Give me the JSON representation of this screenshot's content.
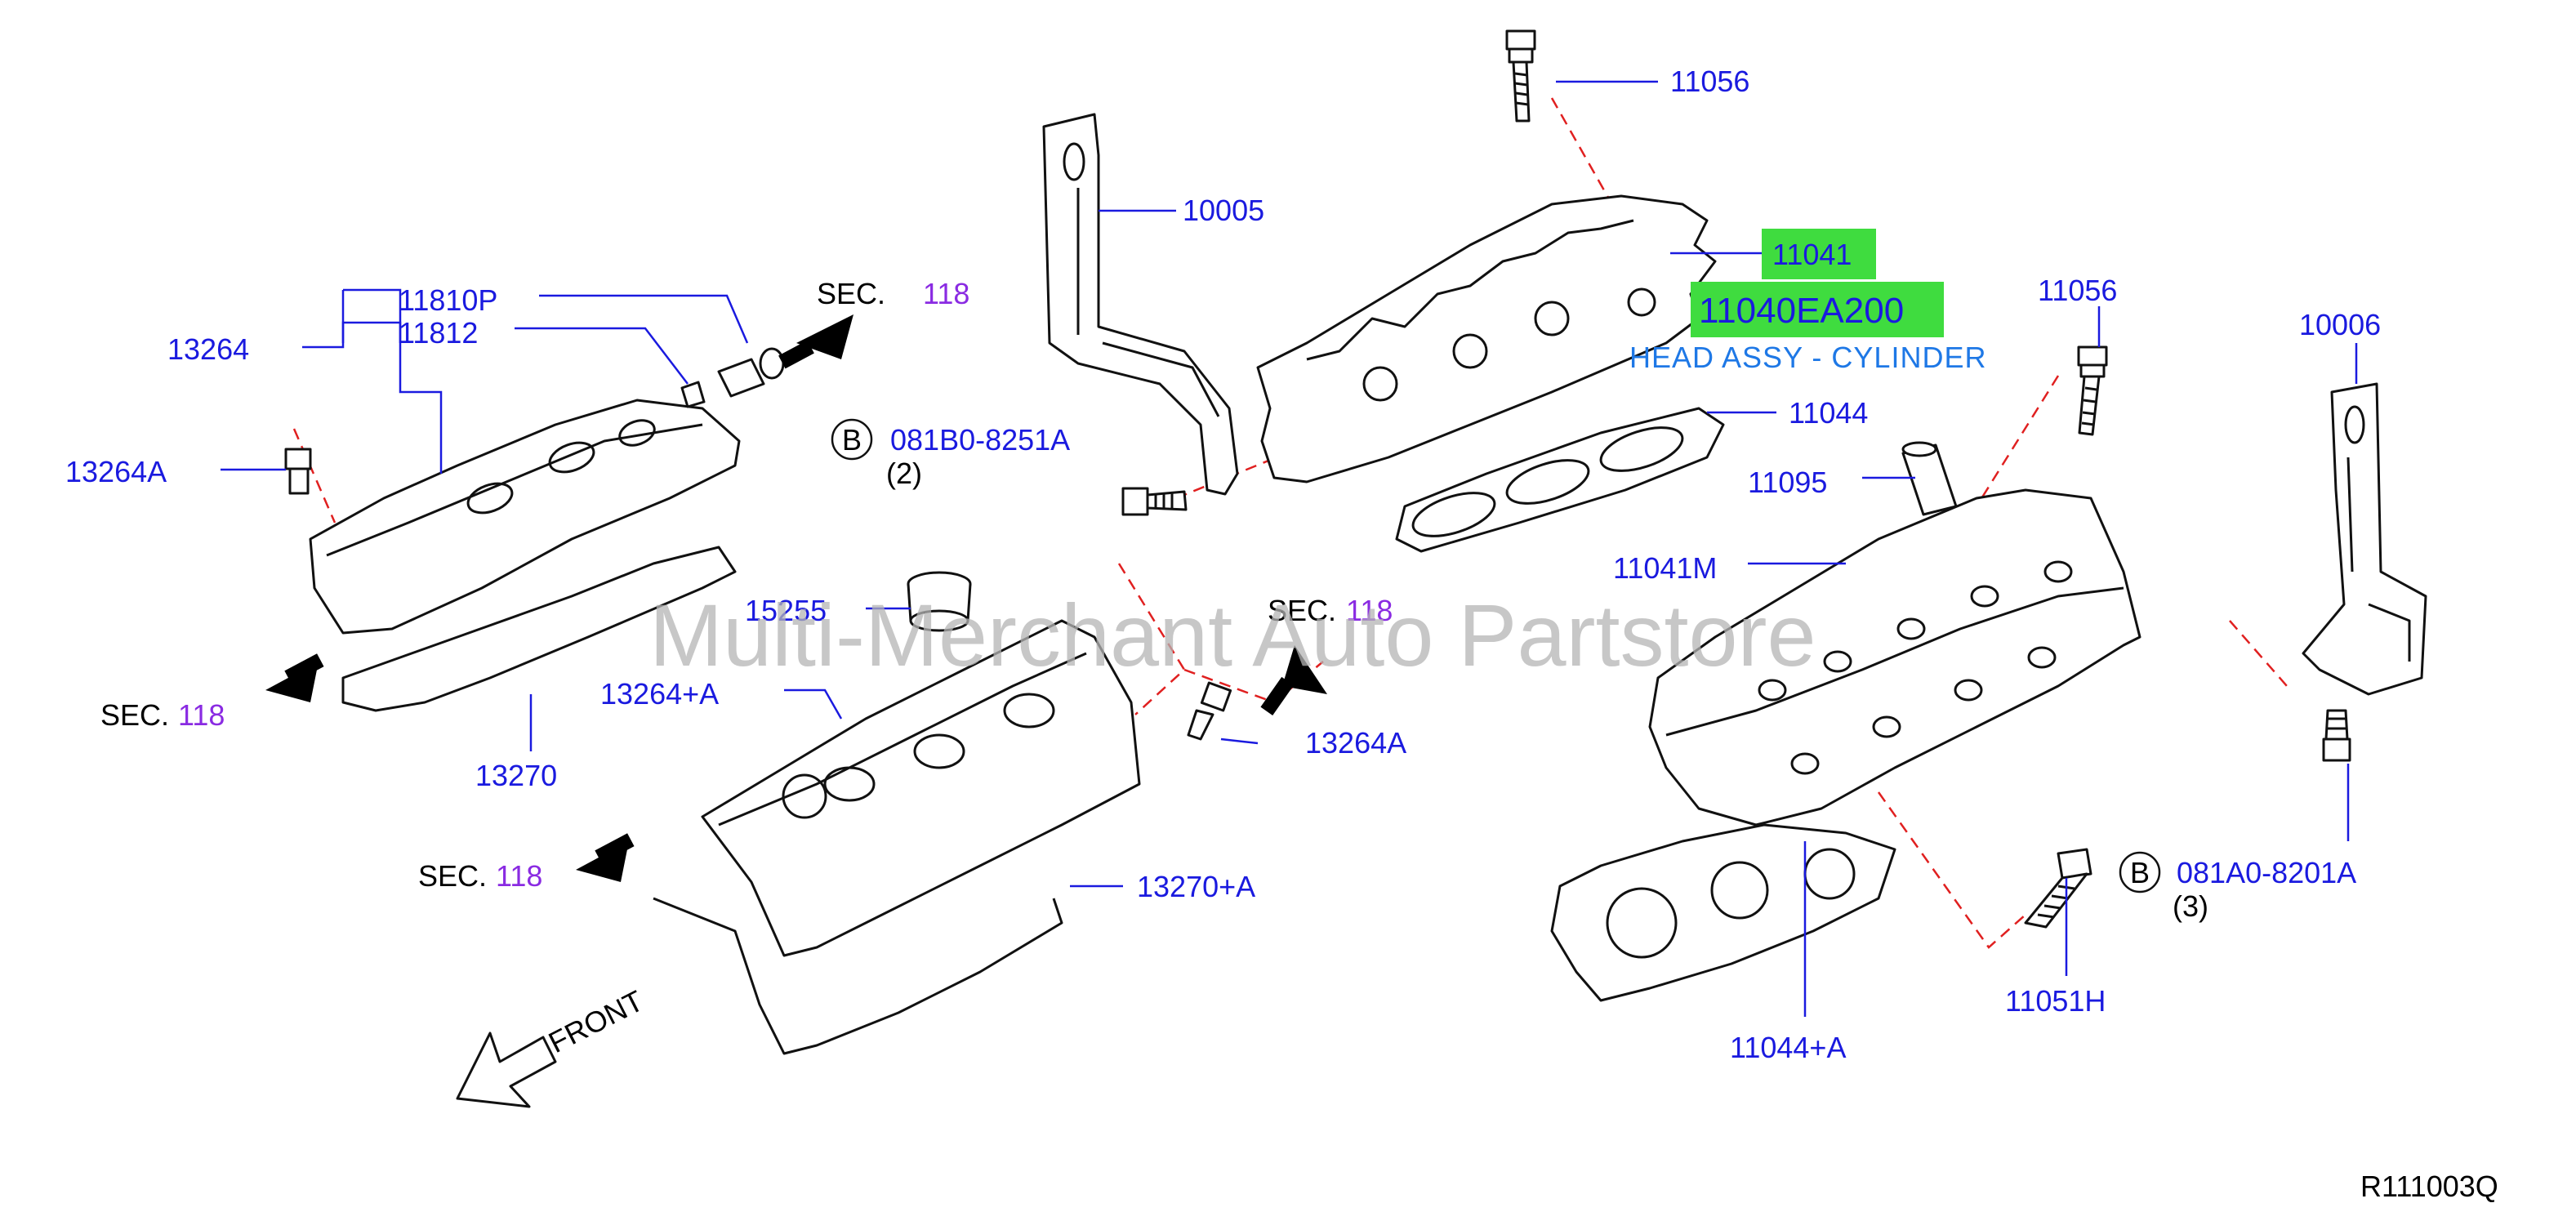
{
  "watermark": "Multi-Merchant Auto Partstore",
  "diagram_code": "R111003Q",
  "highlight_color": "#3fdc3f",
  "label_color": "#1a1adf",
  "section_color": "#8a2be2",
  "part_labels": {
    "p11056_top": "11056",
    "p10005": "10005",
    "p11041": "11041",
    "p11040": "11040EA200",
    "head_assy": "HEAD ASSY - CYLINDER",
    "p11056_right": "11056",
    "p10006": "10006",
    "p11044": "11044",
    "p11095": "11095",
    "p11041M": "11041M",
    "p11810P": "11810P",
    "p11812": "11812",
    "p13264": "13264",
    "p13264A_left": "13264A",
    "p13270": "13270",
    "p15255": "15255",
    "p13264pA": "13264+A",
    "p13264A_mid": "13264A",
    "p13270pA": "13270+A",
    "p11044pA": "11044+A",
    "p11051H": "11051H",
    "bolt_b1": "081B0-8251A",
    "bolt_b1_qty": "(2)",
    "bolt_b2": "081A0-8201A",
    "bolt_b2_qty": "(3)",
    "badge_b": "B"
  },
  "sections": {
    "prefix": "SEC.",
    "number": "118"
  },
  "front_label": "FRONT"
}
